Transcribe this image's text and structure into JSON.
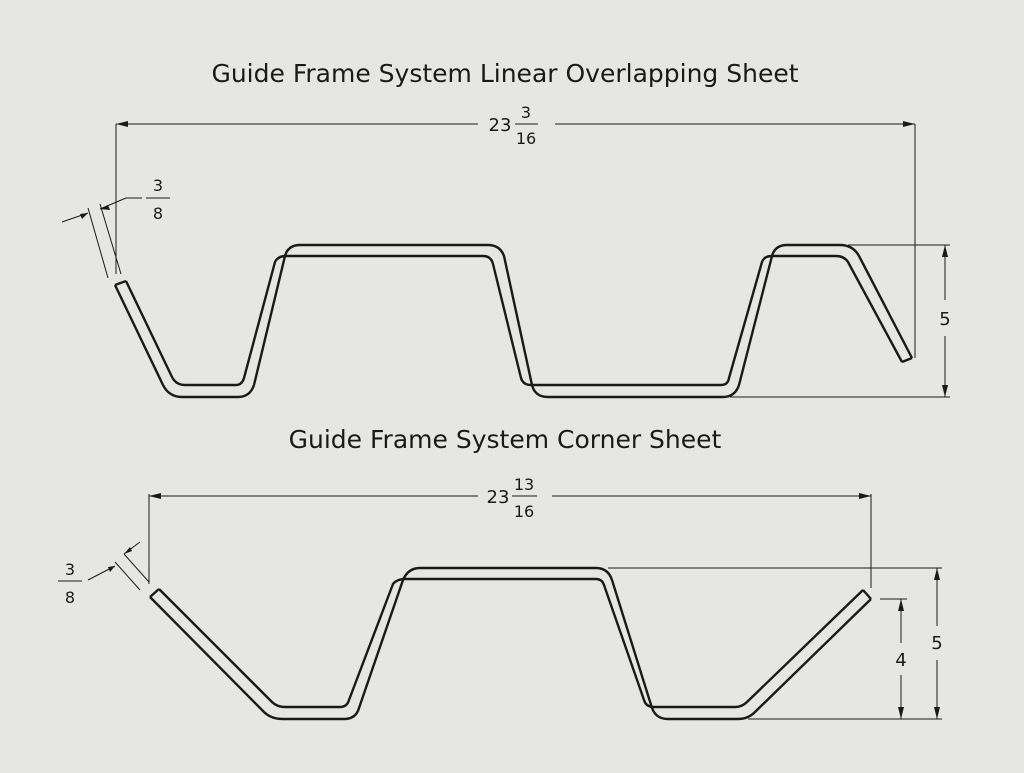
{
  "linear": {
    "title": "Guide Frame System Linear Overlapping Sheet",
    "width_whole": "23",
    "width_num": "3",
    "width_den": "16",
    "thickness_num": "3",
    "thickness_den": "8",
    "height": "5"
  },
  "corner": {
    "title": "Guide Frame System Corner Sheet",
    "width_whole": "23",
    "width_num": "13",
    "width_den": "16",
    "thickness_num": "3",
    "thickness_den": "8",
    "height_outer": "5",
    "height_inner": "4"
  }
}
